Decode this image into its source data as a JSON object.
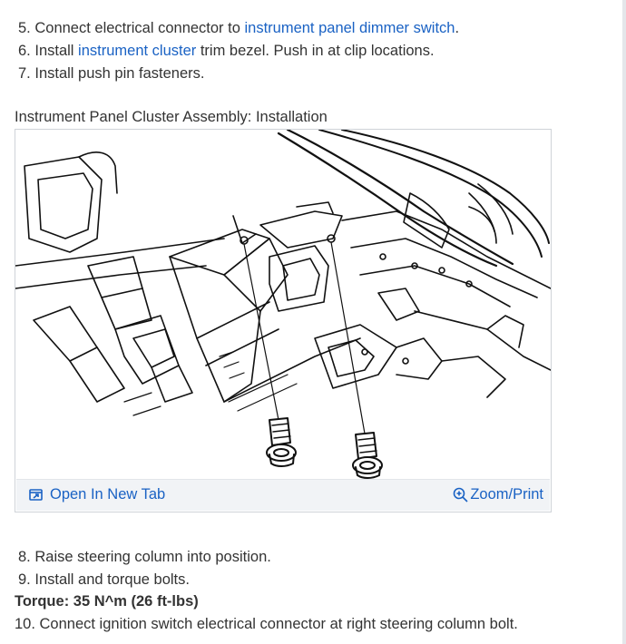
{
  "steps_top": [
    {
      "number": "5.",
      "before": "Connect electrical connector to ",
      "link": "instrument panel dimmer switch",
      "after": "."
    },
    {
      "number": "6.",
      "before": "Install ",
      "link": "instrument cluster",
      "after": " trim bezel. Push in at clip locations."
    },
    {
      "number": "7.",
      "before": "Install push pin fasteners.",
      "link": "",
      "after": ""
    }
  ],
  "figure": {
    "caption": "Instrument Panel Cluster Assembly: Installation",
    "open_label": "Open In New Tab",
    "zoom_label": "Zoom/Print",
    "open_icon": "open-new-tab-icon",
    "zoom_icon": "magnifier-zoom-icon"
  },
  "steps_bottom": [
    {
      "number": "8.",
      "text": "Raise steering column into position."
    },
    {
      "number": "9.",
      "text": "Install and torque bolts."
    }
  ],
  "torque": "Torque: 35 N^m (26 ft-lbs)",
  "step_10": "10. Connect ignition switch electrical connector at right steering column bolt.",
  "colors": {
    "text": "#333333",
    "link": "#1a62c4",
    "toolbar_bg": "#f1f3f6",
    "border": "#cfd3d8"
  }
}
